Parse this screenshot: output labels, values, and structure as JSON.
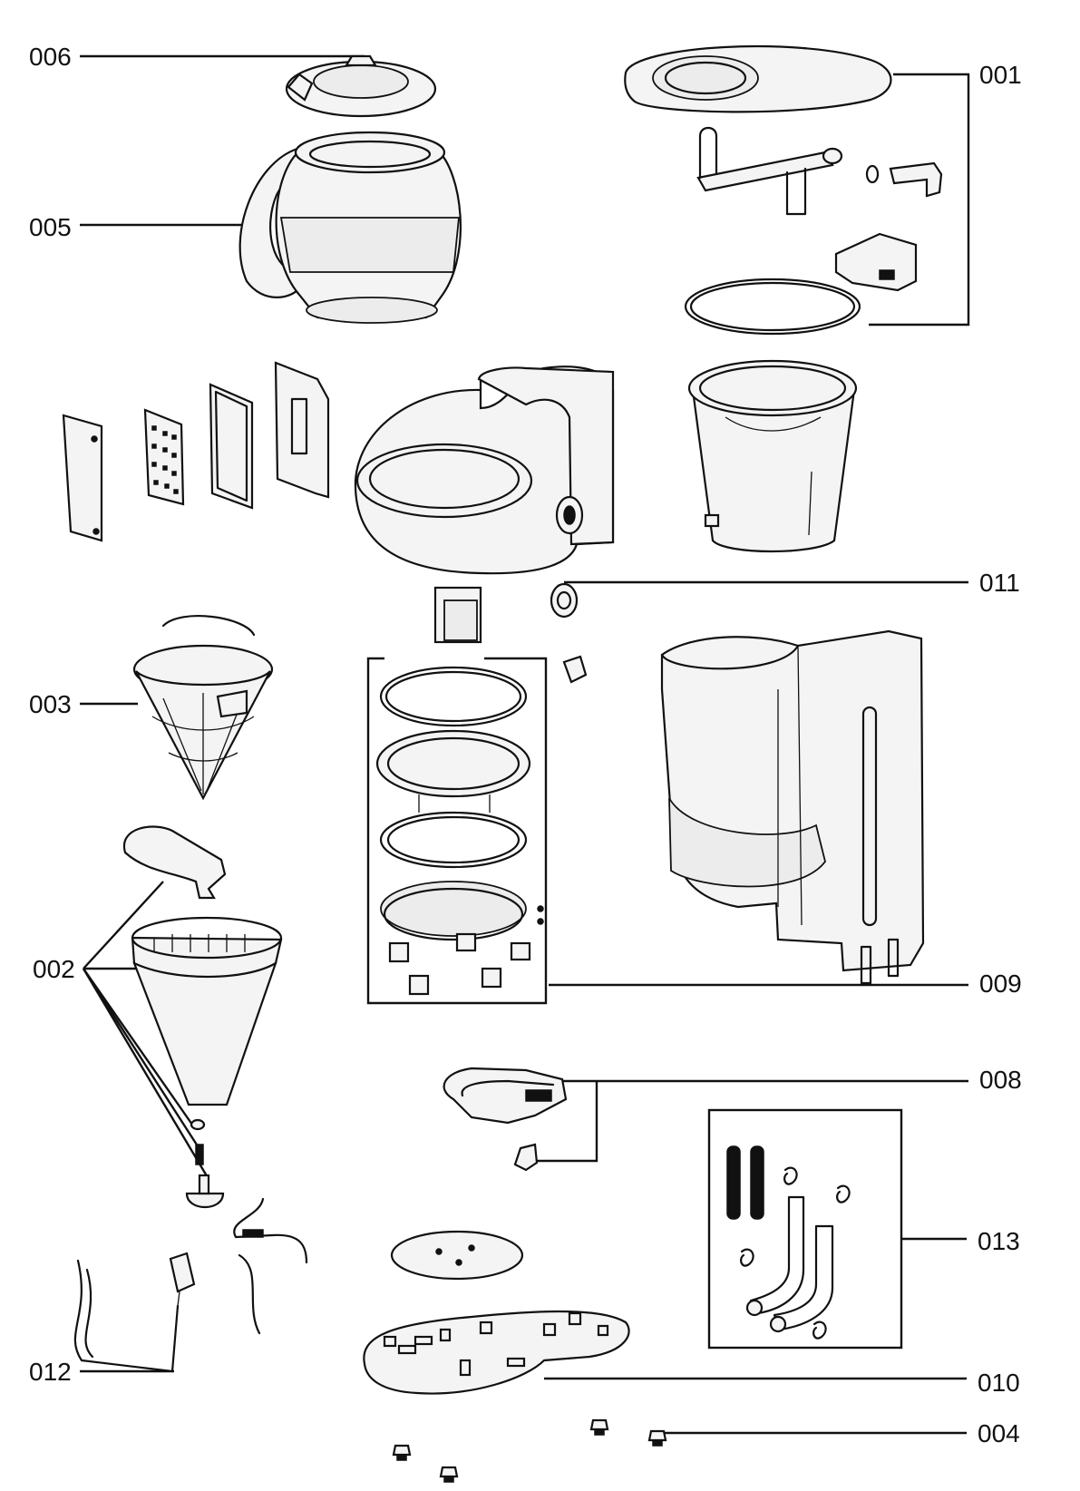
{
  "labels": {
    "p001": "001",
    "p002": "002",
    "p003": "003",
    "p004": "004",
    "p005": "005",
    "p006": "006",
    "p008": "008",
    "p009": "009",
    "p010": "010",
    "p011": "011",
    "p012": "012",
    "p013": "013"
  }
}
